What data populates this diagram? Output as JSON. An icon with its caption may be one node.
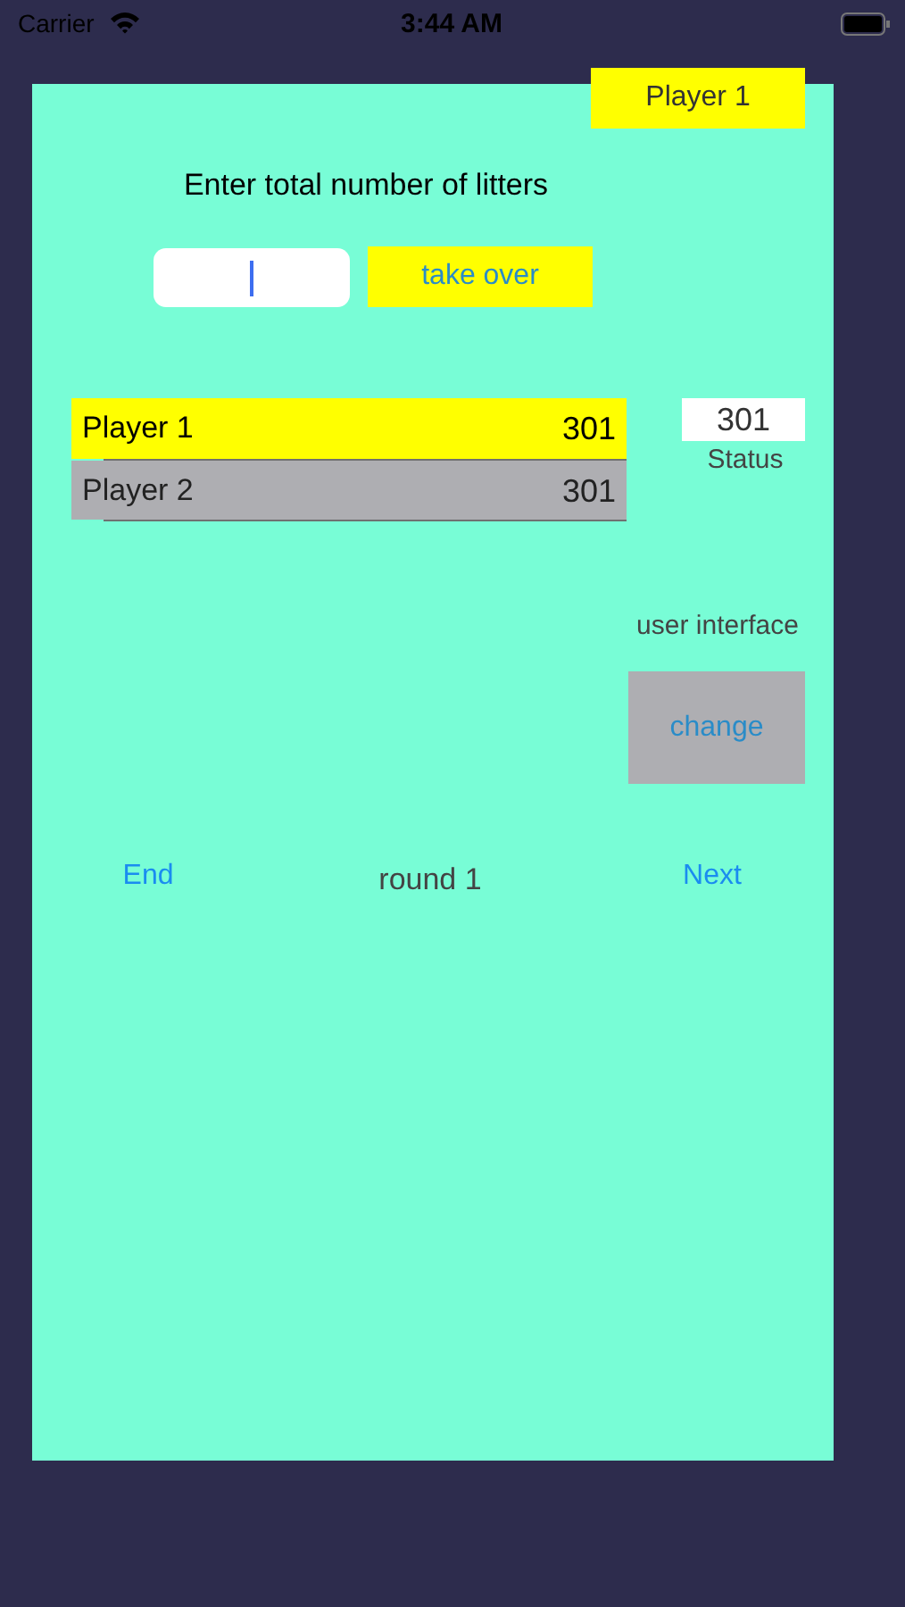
{
  "diagram": {
    "labels": [
      "Carrier",
      "3:44 AM",
      "Player 1",
      "Enter total number of litters",
      "take over",
      "Player 1",
      "301",
      "Player 2",
      "301",
      "301",
      "Status",
      "user interface",
      "change",
      "End",
      "round 1",
      "Next"
    ]
  }
}
